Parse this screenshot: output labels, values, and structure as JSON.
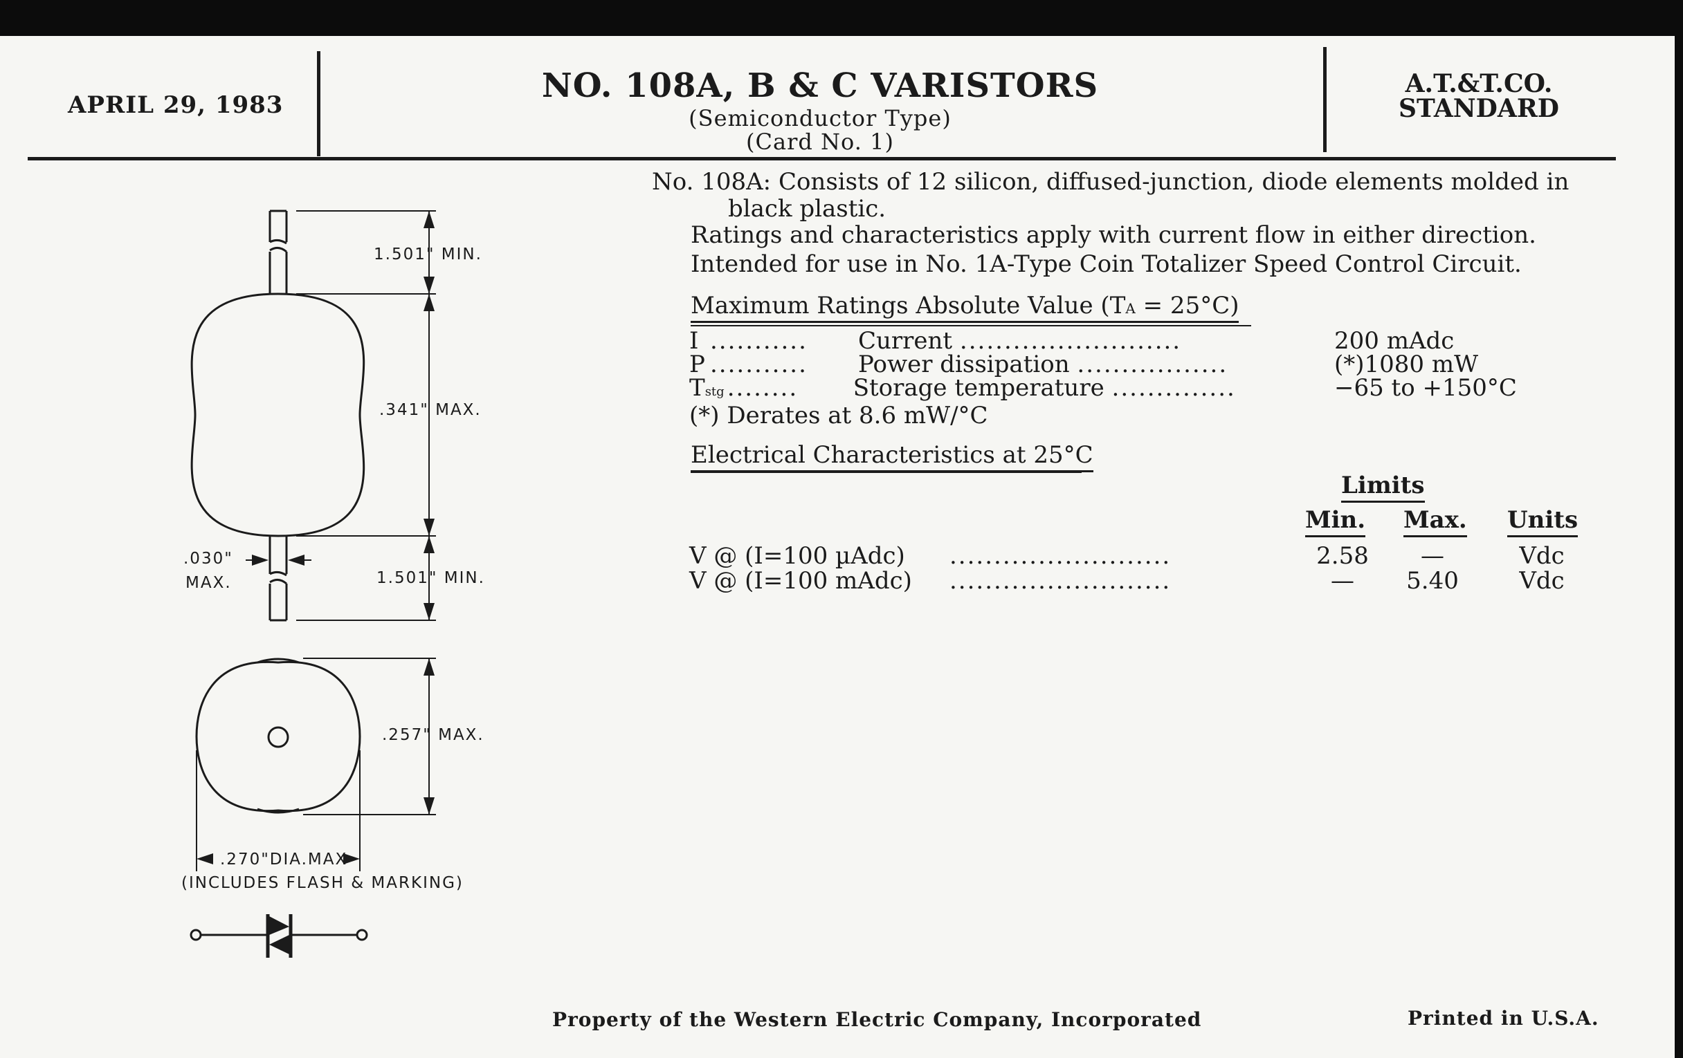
{
  "header": {
    "date": "APRIL 29, 1983",
    "title": "NO. 108A, B & C VARISTORS",
    "subtitle": "(Semiconductor Type)",
    "card": "(Card No. 1)",
    "standard_line1": "A.T.&T.CO.",
    "standard_line2": "STANDARD"
  },
  "drawing": {
    "dim_top_lead": "1.501\" MIN.",
    "dim_body": ".341\" MAX.",
    "dim_lead_dia_1": ".030\"",
    "dim_lead_dia_2": "MAX.",
    "dim_bottom_lead": "1.501\" MIN.",
    "dim_end_height": ".257\" MAX.",
    "dim_end_dia": ".270\"DIA.MAX",
    "dim_note": "(INCLUDES FLASH & MARKING)"
  },
  "description": {
    "line1": "No. 108A: Consists of 12 silicon, diffused-junction, diode elements molded in",
    "line2": "black plastic.",
    "line3": "Ratings and characteristics apply with current flow in either direction.",
    "line4": "Intended for use in No. 1A-Type Coin Totalizer Speed Control Circuit."
  },
  "max_ratings": {
    "heading": "Maximum Ratings Absolute Value (T",
    "heading_sub": "A",
    "heading_tail": " = 25°C)",
    "rows": [
      {
        "symbol": "I",
        "sub": "",
        "lead": "...........",
        "name": "Current",
        "trail": ".........................",
        "value": "200 mAdc"
      },
      {
        "symbol": "P",
        "sub": "",
        "lead": "...........",
        "name": "Power dissipation",
        "trail": ".................",
        "value": "(*)1080 mW"
      },
      {
        "symbol": "T",
        "sub": "stg",
        "lead": "........",
        "name": "Storage temperature",
        "trail": "..............",
        "value": "−65 to +150°C"
      }
    ],
    "note": "(*)  Derates at 8.6 mW/°C"
  },
  "electrical": {
    "heading": "Electrical Characteristics at 25°C",
    "limits_label": "Limits",
    "col_min": "Min.",
    "col_max": "Max.",
    "col_units": "Units",
    "rows": [
      {
        "param": "V @ (I=100 µAdc)",
        "dots": ".........................",
        "min": "2.58",
        "max": "—",
        "units": "Vdc"
      },
      {
        "param": "V @ (I=100 mAdc)",
        "dots": ".........................",
        "min": "—",
        "max": "5.40",
        "units": "Vdc"
      }
    ]
  },
  "footer": {
    "property": "Property of the Western Electric Company, Incorporated",
    "printed": "Printed in U.S.A."
  }
}
